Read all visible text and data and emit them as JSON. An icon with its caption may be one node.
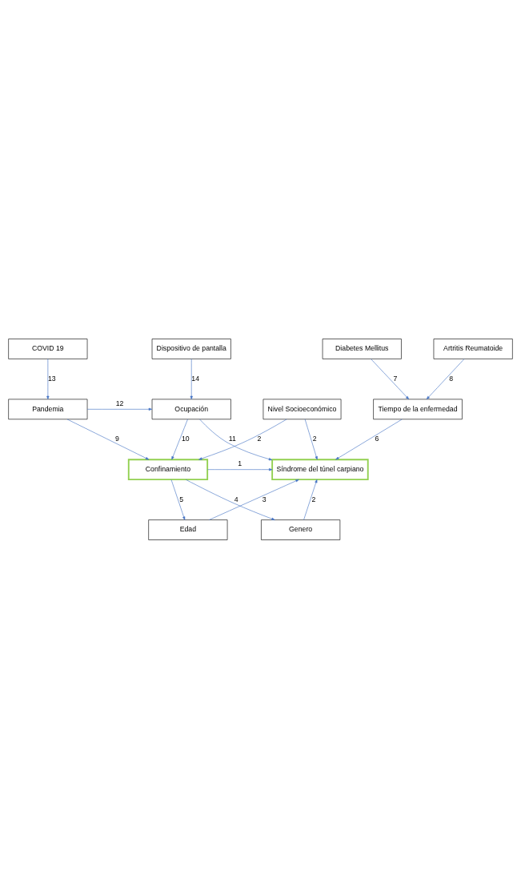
{
  "diagram": {
    "nodes": [
      {
        "text": [
          "COVID 19"
        ]
      },
      {
        "text": [
          "Dispositivo de pantalla"
        ]
      },
      {
        "text": [
          "Pandemia"
        ]
      },
      {
        "text": [
          "Ocupación"
        ]
      },
      {
        "text": [
          "Edad"
        ]
      },
      {
        "text": [
          "Genero"
        ]
      },
      {
        "text": [
          "Confinamiento"
        ]
      },
      {
        "text": [
          "Síndrome del túnel carpiano"
        ]
      },
      {
        "text": [
          "Nivel Socioeconómico"
        ]
      },
      {
        "text": [
          "Tiempo de la enfermedad"
        ]
      },
      {
        "text": [
          "Diabetes Mellitus"
        ]
      },
      {
        "text": [
          "Artritis Reumatoide"
        ]
      }
    ],
    "edges": [
      {
        "from": 0,
        "to": 2,
        "arrow": "to",
        "label": "13"
      },
      {
        "from": 1,
        "to": 3,
        "arrow": "to",
        "label": "14"
      },
      {
        "from": 2,
        "to": 3,
        "arrow": "to",
        "label": "12"
      },
      {
        "from": 3,
        "to": 6,
        "arrow": "to",
        "label": "10"
      },
      {
        "from": 2,
        "to": 6,
        "arrow": "to",
        "label": "9"
      },
      {
        "from": 3,
        "to": 7,
        "arrow": "to",
        "label": "11"
      },
      {
        "from": 6,
        "to": 4,
        "arrow": "to",
        "label": "5"
      },
      {
        "from": 6,
        "to": 5,
        "arrow": "to",
        "label": "4"
      },
      {
        "from": 4,
        "to": 7,
        "arrow": "to",
        "label": "3"
      },
      {
        "from": 5,
        "to": 7,
        "arrow": "to",
        "label": "2"
      },
      {
        "from": 6,
        "to": 7,
        "arrow": "to",
        "label": "1"
      },
      {
        "from": 8,
        "to": 6,
        "arrow": "to",
        "label": "2"
      },
      {
        "from": 8,
        "to": 7,
        "arrow": "to",
        "label": "2"
      },
      {
        "from": 9,
        "to": 7,
        "arrow": "to",
        "label": "6"
      },
      {
        "from": 10,
        "to": 9,
        "arrow": "to",
        "label": "7"
      },
      {
        "from": 11,
        "to": 9,
        "arrow": "to",
        "label": "8"
      }
    ]
  }
}
